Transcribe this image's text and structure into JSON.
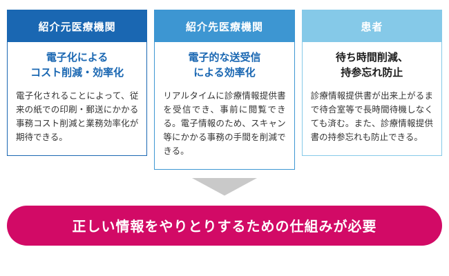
{
  "cards": [
    {
      "header": "紹介元医療機関",
      "title_lines": [
        "電子化による",
        "コスト削減・効率化"
      ],
      "body": "電子化されることによって、従来の紙での印刷・郵送にかかる事務コスト削減と業務効率化が期待できる。",
      "header_color": "#1a67b2",
      "title_color": "#1a67b2"
    },
    {
      "header": "紹介先医療機関",
      "title_lines": [
        "電子的な送受信",
        "による効率化"
      ],
      "body": "リアルタイムに診療情報提供書を受信でき、事前に閲覧できる。電子情報のため、スキャン等にかかる事務の手間を削減できる。",
      "header_color": "#3d96d2",
      "title_color": "#1a67b2"
    },
    {
      "header": "患者",
      "title_lines": [
        "待ち時間削減、",
        "持参忘れ防止"
      ],
      "body": "診療情報提供書が出来上がるまで待合室等で長時間待機しなくても済む。また、診療情報提供書の持参忘れも防止できる。",
      "header_color": "#85c9e8",
      "title_color": "#1a1a1a"
    }
  ],
  "arrow": {
    "color": "#c9c9c9"
  },
  "banner": {
    "text": "正しい情報をやりとりするための仕組みが必要",
    "color": "#d20a66"
  }
}
